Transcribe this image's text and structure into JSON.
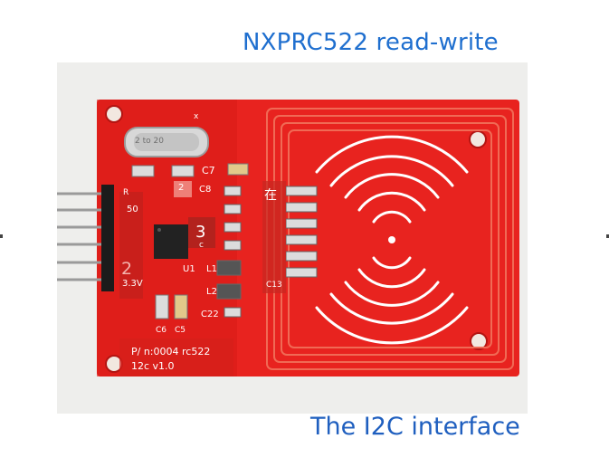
{
  "captions": {
    "top": "NXPRC522 read-write",
    "bottom": "The I2C interface"
  },
  "board": {
    "crystal_label": "2 to 20",
    "crystal_mark": "x",
    "cap_c7": "C7",
    "cap_c8": "C8",
    "sticker_2": "2",
    "pin_r": "R",
    "pin_50": "50",
    "chip_3": "3",
    "chip_c": "c",
    "pin_2": "2",
    "chinese_char": "在",
    "c13": "C13",
    "u1": "U1",
    "l1": "L1",
    "l2": "L2",
    "c22": "C22",
    "c6": "C6",
    "c5": "C5",
    "v33": "3.3V",
    "part_line1": "P/ n:0004 rc522",
    "part_line2": "12c v1.0"
  },
  "colors": {
    "pcb_red": "#e8231f",
    "silk_white": "#ffffff",
    "photo_bg": "#eeeeec",
    "caption_blue": "#1f6fcf"
  }
}
